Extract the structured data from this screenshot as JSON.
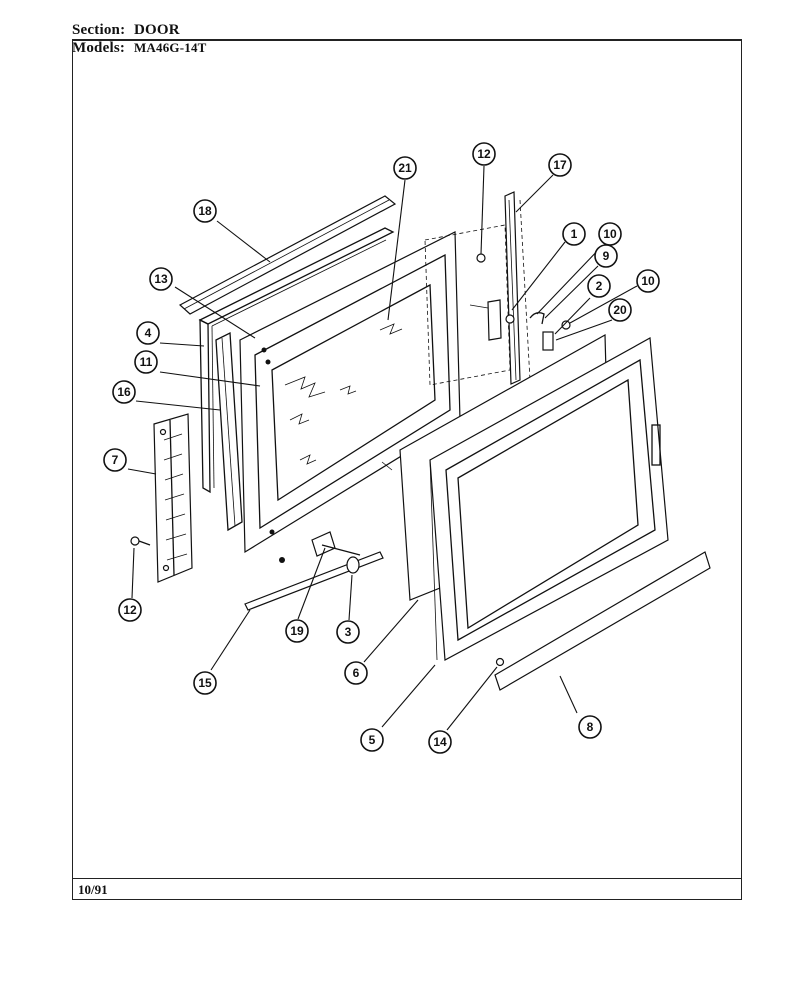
{
  "header": {
    "section_label": "Section:",
    "section_value": "DOOR",
    "models_label": "Models:",
    "models_value": "MA46G-14T"
  },
  "footer": {
    "date": "10/91"
  },
  "callouts": [
    {
      "id": "callout-1",
      "label": "1"
    },
    {
      "id": "callout-2",
      "label": "2"
    },
    {
      "id": "callout-3",
      "label": "3"
    },
    {
      "id": "callout-4",
      "label": "4"
    },
    {
      "id": "callout-5",
      "label": "5"
    },
    {
      "id": "callout-6",
      "label": "6"
    },
    {
      "id": "callout-7",
      "label": "7"
    },
    {
      "id": "callout-8",
      "label": "8"
    },
    {
      "id": "callout-9",
      "label": "9"
    },
    {
      "id": "callout-10a",
      "label": "10"
    },
    {
      "id": "callout-10b",
      "label": "10"
    },
    {
      "id": "callout-11",
      "label": "11"
    },
    {
      "id": "callout-12a",
      "label": "12"
    },
    {
      "id": "callout-12b",
      "label": "12"
    },
    {
      "id": "callout-13",
      "label": "13"
    },
    {
      "id": "callout-14",
      "label": "14"
    },
    {
      "id": "callout-15",
      "label": "15"
    },
    {
      "id": "callout-16",
      "label": "16"
    },
    {
      "id": "callout-17",
      "label": "17"
    },
    {
      "id": "callout-18",
      "label": "18"
    },
    {
      "id": "callout-19",
      "label": "19"
    },
    {
      "id": "callout-20",
      "label": "20"
    },
    {
      "id": "callout-21",
      "label": "21"
    }
  ]
}
